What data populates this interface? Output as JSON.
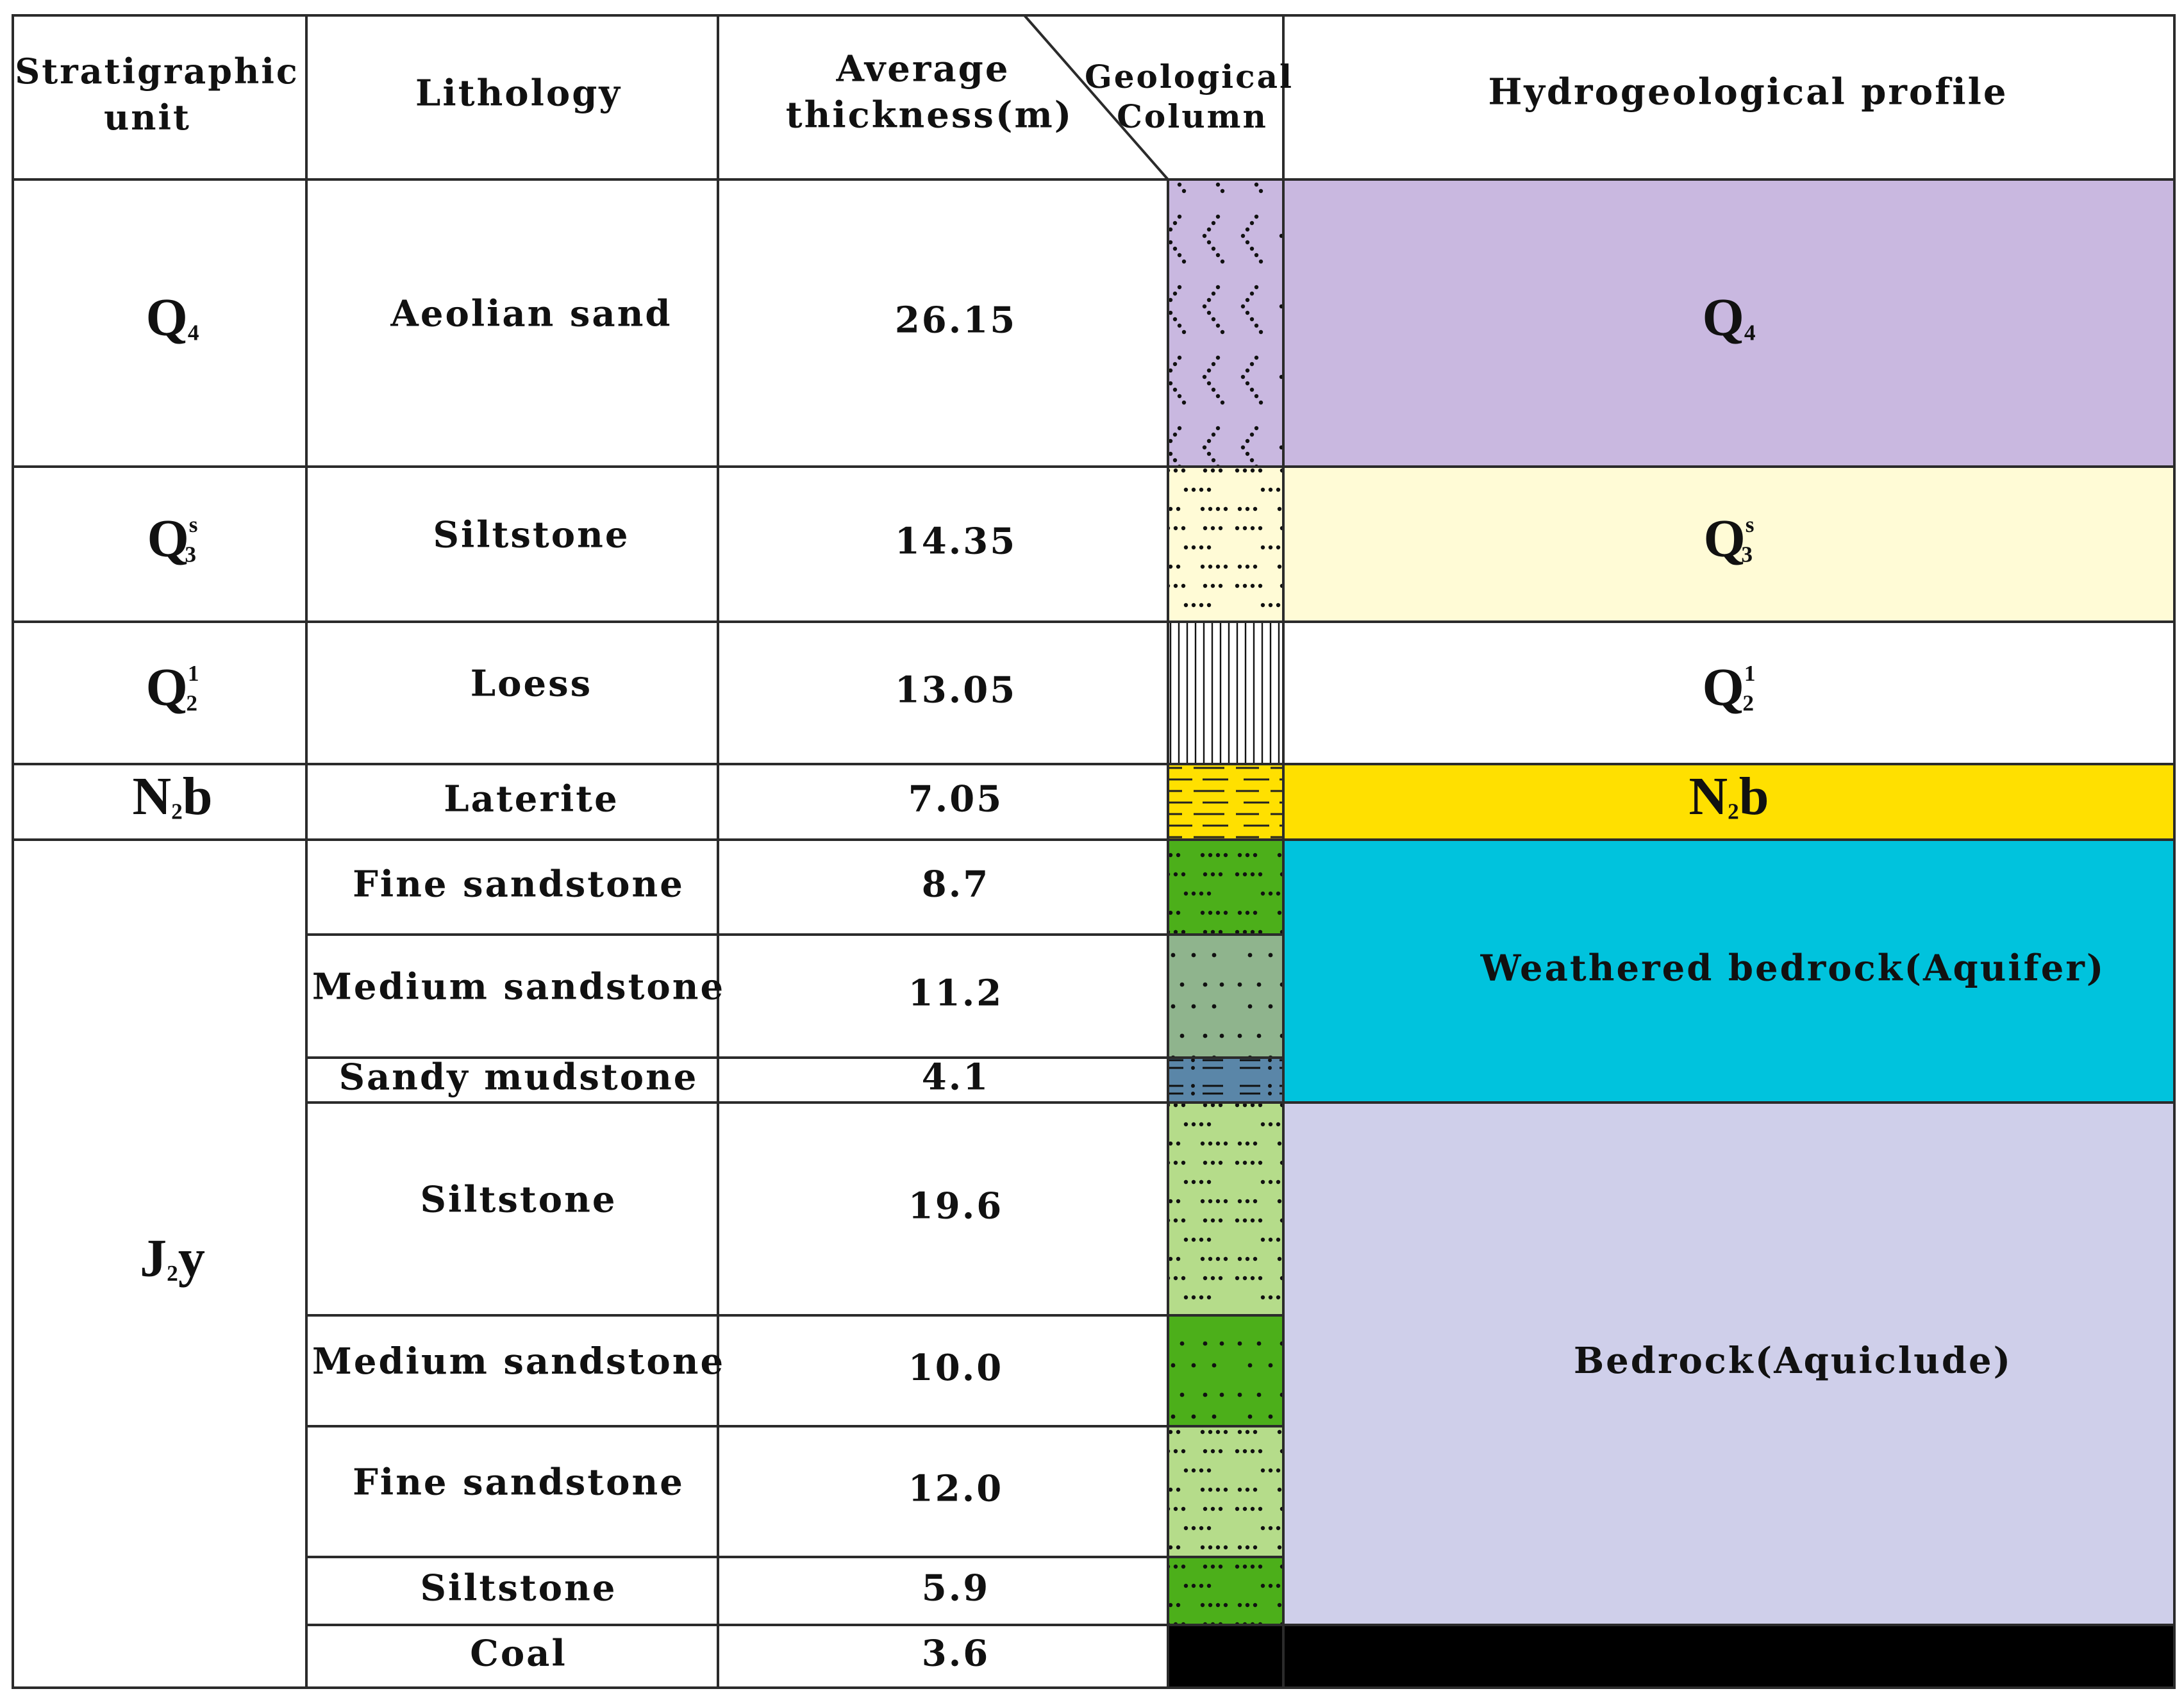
{
  "headers": {
    "unit_line1": "Stratigraphic",
    "unit_line2": "unit",
    "lithology": "Lithology",
    "thickness_line1": "Average",
    "thickness_line2": "thickness(m)",
    "column_line1": "Geological",
    "column_line2": "Column",
    "profile": "Hydrogeological profile"
  },
  "layers": [
    {
      "lithology": "Aeolian sand",
      "thickness": "26.15",
      "pattern": "chevron",
      "color": "#c9b8e0"
    },
    {
      "lithology": "Siltstone",
      "thickness": "14.35",
      "pattern": "dots",
      "color": "#fffbd6"
    },
    {
      "lithology": "Loess",
      "thickness": "13.05",
      "pattern": "vlines",
      "color": "#ffffff"
    },
    {
      "lithology": "Laterite",
      "thickness": "7.05",
      "pattern": "dashes",
      "color": "#ffe000"
    },
    {
      "lithology": "Fine sandstone",
      "thickness": "8.7",
      "pattern": "dots",
      "color": "#4caf1a"
    },
    {
      "lithology": "Medium sandstone",
      "thickness": "11.2",
      "pattern": "sparsedots",
      "color": "#8fb48d"
    },
    {
      "lithology": "Sandy mudstone",
      "thickness": "4.1",
      "pattern": "mud",
      "color": "#5a86a8"
    },
    {
      "lithology": "Siltstone",
      "thickness": "19.6",
      "pattern": "dots",
      "color": "#b5dc8a"
    },
    {
      "lithology": "Medium sandstone",
      "thickness": "10.0",
      "pattern": "sparsedots",
      "color": "#4caf1a"
    },
    {
      "lithology": "Fine sandstone",
      "thickness": "12.0",
      "pattern": "dots",
      "color": "#b5dc8a"
    },
    {
      "lithology": "Siltstone",
      "thickness": "5.9",
      "pattern": "dots",
      "color": "#4caf1a"
    },
    {
      "lithology": "Coal",
      "thickness": "3.6",
      "pattern": "solid",
      "color": "#000000"
    }
  ],
  "units": [
    {
      "base": "Q",
      "sub": "4",
      "sup": ""
    },
    {
      "base": "Q",
      "sub": "3",
      "sup": "s"
    },
    {
      "base": "Q",
      "sub": "2",
      "sup": "1"
    },
    {
      "base": "N",
      "sub": "2",
      "sup": "",
      "suffix": "b"
    },
    {
      "base": "J",
      "sub": "2",
      "sup": "",
      "suffix": "y"
    }
  ],
  "profile": [
    {
      "base": "Q",
      "sub": "4",
      "sup": "",
      "color": "#c9b8e0"
    },
    {
      "base": "Q",
      "sub": "3",
      "sup": "s",
      "color": "#fffbd6"
    },
    {
      "base": "Q",
      "sub": "2",
      "sup": "1",
      "color": "#ffffff"
    },
    {
      "base": "N",
      "sub": "2",
      "sup": "",
      "suffix": "b",
      "color": "#ffe000"
    },
    {
      "label": "Weathered bedrock(Aquifer)",
      "color": "#00c3dd"
    },
    {
      "label": "Bedrock(Aquiclude)",
      "color": "#cfcfea"
    },
    {
      "label": "",
      "color": "#000000"
    }
  ]
}
